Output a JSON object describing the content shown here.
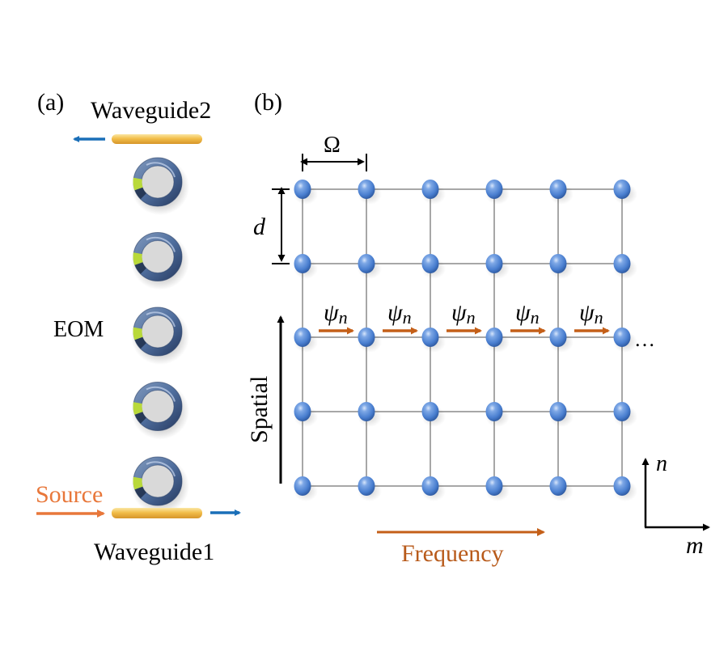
{
  "figure": {
    "panel_a": {
      "label": "(a)",
      "waveguide_top_label": "Waveguide2",
      "waveguide_bottom_label": "Waveguide1",
      "eom_label": "EOM",
      "source_label": "Source",
      "ring_count": 5,
      "colors": {
        "waveguide": "#f2be4a",
        "ring": "#4f6e9e",
        "eom_segment": "#b9d93a",
        "output_arrow": "#1a6fb8",
        "source_arrow": "#e8773a"
      }
    },
    "panel_b": {
      "label": "(b)",
      "lattice": {
        "rows": 5,
        "cols": 6
      },
      "omega_label": "Ω",
      "d_label": "d",
      "psi_symbol": "ψ",
      "psi_subscript": "n",
      "psi_arrow_count": 5,
      "ellipsis": "…",
      "spatial_label": "Spatial",
      "frequency_label": "Frequency",
      "axis_n_label": "n",
      "axis_m_label": "m",
      "colors": {
        "node": "#4a7fd0",
        "grid_line": "#8a8a8a",
        "psi_arrow": "#c45f18",
        "frequency": "#b85a1a"
      }
    }
  }
}
